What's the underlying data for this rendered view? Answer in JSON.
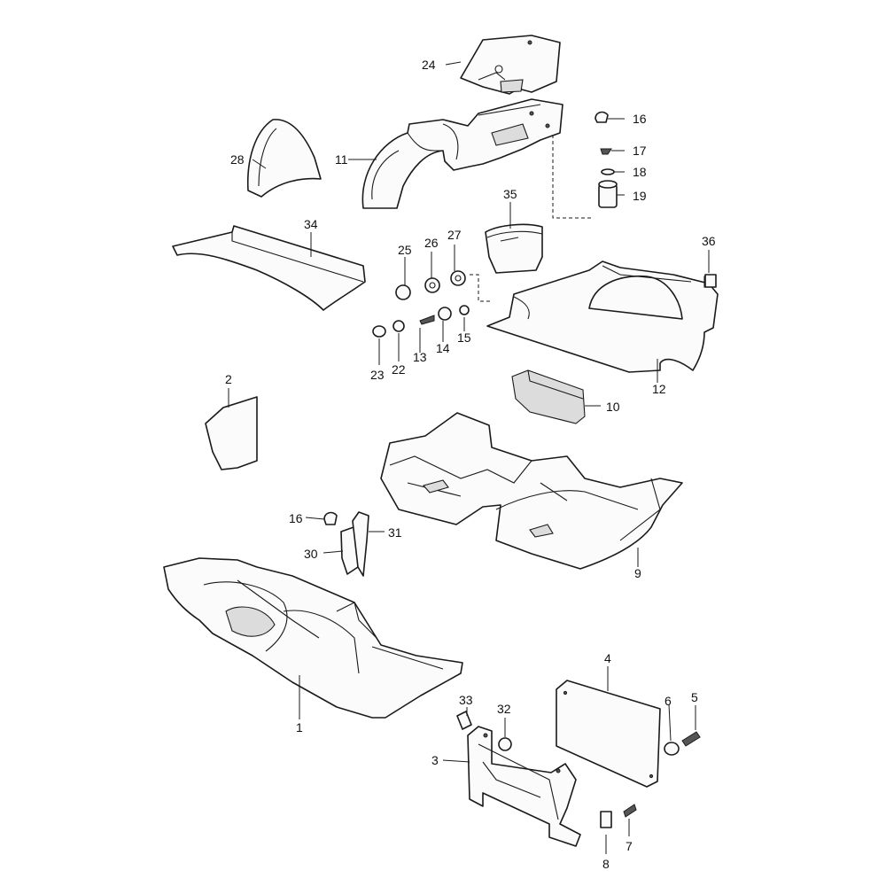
{
  "callouts": {
    "c1": "1",
    "c2": "2",
    "c3": "3",
    "c4": "4",
    "c5": "5",
    "c6": "6",
    "c7": "7",
    "c8": "8",
    "c9": "9",
    "c10": "10",
    "c11": "11",
    "c12": "12",
    "c13": "13",
    "c14": "14",
    "c15": "15",
    "c16a": "16",
    "c16b": "16",
    "c17": "17",
    "c18": "18",
    "c19": "19",
    "c22": "22",
    "c23": "23",
    "c24": "24",
    "c25": "25",
    "c26": "26",
    "c27": "27",
    "c28": "28",
    "c30": "30",
    "c31": "31",
    "c32": "32",
    "c33": "33",
    "c34": "34",
    "c35": "35",
    "c36": "36"
  }
}
